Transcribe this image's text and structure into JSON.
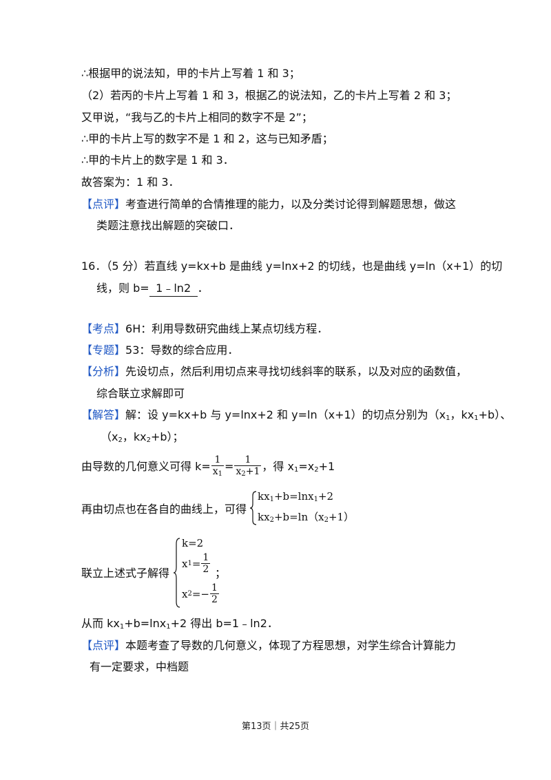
{
  "lines": {
    "l1": "∴根据甲的说法知，甲的卡片上写着 1 和 3；",
    "l2": "（2）若丙的卡片上写着 1 和 3，根据乙的说法知，乙的卡片上写着 2 和 3；",
    "l3": "又甲说，“我与乙的卡片上相同的数字不是 2”；",
    "l4": "∴甲的卡片上写的数字不是 1 和 2，这与已知矛盾；",
    "l5": "∴甲的卡片上的数字是 1 和 3．",
    "l6": "故答案为：1 和 3．"
  },
  "comment1": {
    "tag": "【点评】",
    "text": "考查进行简单的合情推理的能力，以及分类讨论得到解题思想，做这",
    "cont": "类题注意找出解题的突破口．"
  },
  "q16": {
    "text1": "16．（5 分）若直线 y=kx+b 是曲线 y=lnx+2 的切线，也是曲线 y=ln（x+1）的切",
    "text2": "线，则 b=",
    "answer": "1﹣ln2",
    "end": "．"
  },
  "kaodian": {
    "tag": "【考点】",
    "text": "6H：利用导数研究曲线上某点切线方程．"
  },
  "zhuanti": {
    "tag": "【专题】",
    "text": "53：导数的综合应用．"
  },
  "fenxi": {
    "tag": "【分析】",
    "text": "先设切点，然后利用切点来寻找切线斜率的联系，以及对应的函数值，",
    "cont": "综合联立求解即可"
  },
  "jieda": {
    "tag": "【解答】",
    "a": "解：设 y=kx+b 与 y=lnx+2 和 y=ln（x+1）的切点分别为（x",
    "a_sub1": "1",
    "a2": "，kx",
    "a_sub2": "1",
    "a3": "+b）、",
    "b1": "（x",
    "b_sub1": "2",
    "b2": "，kx",
    "b_sub2": "2",
    "b3": "+b）；"
  },
  "deriv": {
    "lead": "由导数的几何意义可得 k=",
    "f1_num": "1",
    "f1_den": "x",
    "f1_den_sub": "1",
    "eq": "=",
    "f2_num": "1",
    "f2_den": "x",
    "f2_den_sub": "2",
    "f2_den_tail": "+1",
    "tail": "，得 x",
    "tail_sub1": "1",
    "tail2": "=x",
    "tail_sub2": "2",
    "tail3": "+1"
  },
  "curve": {
    "lead": "再由切点也在各自的曲线上，可得",
    "row1": "kx",
    "row1_sub": "1",
    "row1_tail": "+b=lnx",
    "row1_sub2": "1",
    "row1_end": "+2",
    "row2": "kx",
    "row2_sub": "2",
    "row2_tail": "+b=ln（x",
    "row2_sub2": "2",
    "row2_end": "+1）"
  },
  "solve": {
    "lead": "联立上述式子解得",
    "k": "k=2",
    "x1": "x",
    "x1_sub": "1",
    "x1_eq": "=",
    "x1_num": "1",
    "x1_den": "2",
    "x2": "x",
    "x2_sub": "2",
    "x2_eq": "=−",
    "x2_num": "1",
    "x2_den": "2",
    "semi": "；"
  },
  "result": {
    "a": "从而 kx",
    "s1": "1",
    "b": "+b=lnx",
    "s2": "1",
    "c": "+2 得出 b=1﹣ln2．"
  },
  "comment2": {
    "tag": "【点评】",
    "text": "本题考查了导数的几何意义，体现了方程思想，对学生综合计算能力",
    "cont": "有一定要求，中档题"
  },
  "footer": "第13页｜共25页"
}
